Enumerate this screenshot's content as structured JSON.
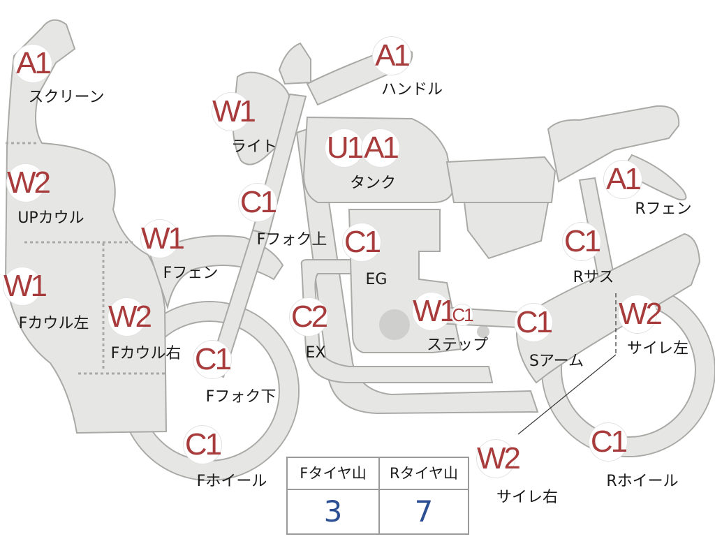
{
  "colors": {
    "part_fill": "#e6e6e4",
    "part_outline": "#a9a9a6",
    "badge_text": "#a83b3b",
    "value_text": "#2c4f93"
  },
  "parts": [
    {
      "id": "screen",
      "codes": [
        "A1"
      ],
      "label": "スクリーン"
    },
    {
      "id": "up-cowl",
      "codes": [
        "W2"
      ],
      "label": "UPカウル"
    },
    {
      "id": "f-cowl-left",
      "codes": [
        "W1"
      ],
      "label": "Fカウル左"
    },
    {
      "id": "f-cowl-right",
      "codes": [
        "W2"
      ],
      "label": "Fカウル右"
    },
    {
      "id": "light",
      "codes": [
        "W1"
      ],
      "label": "ライト"
    },
    {
      "id": "handle",
      "codes": [
        "A1"
      ],
      "label": "ハンドル"
    },
    {
      "id": "tank",
      "codes": [
        "U1",
        "A1"
      ],
      "label": "タンク"
    },
    {
      "id": "f-fork-upper",
      "codes": [
        "C1"
      ],
      "label": "Fフォク上"
    },
    {
      "id": "f-fender",
      "codes": [
        "W1"
      ],
      "label": "Fフェン"
    },
    {
      "id": "engine",
      "codes": [
        "C1"
      ],
      "label": "EG"
    },
    {
      "id": "exhaust",
      "codes": [
        "C2"
      ],
      "label": "EX"
    },
    {
      "id": "f-fork-lower",
      "codes": [
        "C1"
      ],
      "label": "Fフォク下"
    },
    {
      "id": "step",
      "codes": [
        "W1",
        "C1"
      ],
      "label": "ステップ"
    },
    {
      "id": "swing-arm",
      "codes": [
        "C1"
      ],
      "label": "Sアーム"
    },
    {
      "id": "r-fender",
      "codes": [
        "A1"
      ],
      "label": "Rフェン"
    },
    {
      "id": "r-suspension",
      "codes": [
        "C1"
      ],
      "label": "Rサス"
    },
    {
      "id": "muffler-left",
      "codes": [
        "W2"
      ],
      "label": "サイレ左"
    },
    {
      "id": "muffler-right",
      "codes": [
        "W2"
      ],
      "label": "サイレ右"
    },
    {
      "id": "f-wheel",
      "codes": [
        "C1"
      ],
      "label": "Fホイール"
    },
    {
      "id": "r-wheel",
      "codes": [
        "C1"
      ],
      "label": "Rホイール"
    }
  ],
  "tire_tread": {
    "headers": [
      "Fタイヤ山",
      "Rタイヤ山"
    ],
    "values": [
      "3",
      "7"
    ]
  }
}
